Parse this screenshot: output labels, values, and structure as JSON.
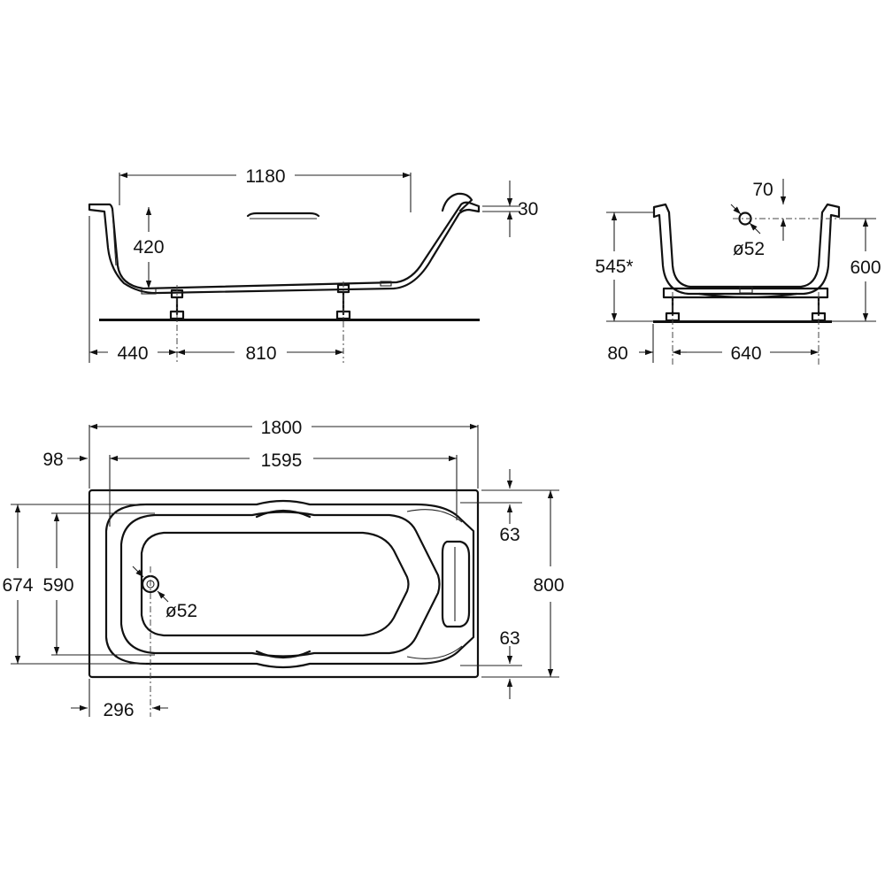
{
  "views": {
    "side": {
      "overall_top_length": "1180",
      "depth": "420",
      "rim_thickness": "30",
      "foot_offset": "440",
      "foot_spacing": "810"
    },
    "end": {
      "overflow_offset": "70",
      "overflow_diameter": "ø52",
      "total_height": "545*",
      "height": "600",
      "foot_offset": "80",
      "foot_spacing": "640"
    },
    "plan": {
      "length": "1800",
      "inner_length": "1595",
      "rim_offset": "98",
      "width_outer_basin": "674",
      "width_inner_basin": "590",
      "width": "800",
      "handle_offset_top": "63",
      "handle_offset_bottom": "63",
      "drain_diameter": "ø52",
      "drain_offset": "296"
    }
  },
  "colors": {
    "line": "#111111",
    "background": "#ffffff"
  }
}
